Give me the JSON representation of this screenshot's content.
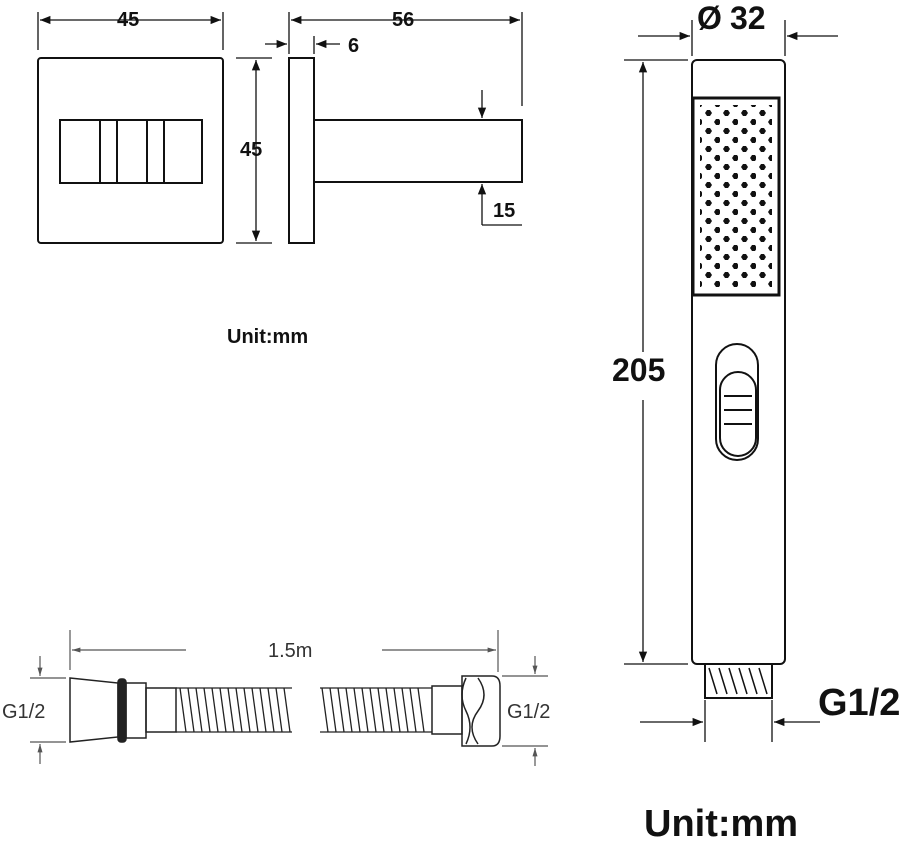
{
  "bracket": {
    "front_width": "45",
    "front_height": "45",
    "side_depth": "56",
    "plate_thickness": "6",
    "bar_size": "15",
    "unit": "Unit:mm"
  },
  "shower_head": {
    "diameter_symbol": "Ø",
    "diameter": "32",
    "length": "205",
    "thread": "G1/2",
    "unit": "Unit:mm"
  },
  "hose": {
    "length": "1.5m",
    "left_thread": "G1/2",
    "right_thread": "G1/2"
  },
  "colors": {
    "line": "#111111",
    "accent": "#000000"
  }
}
